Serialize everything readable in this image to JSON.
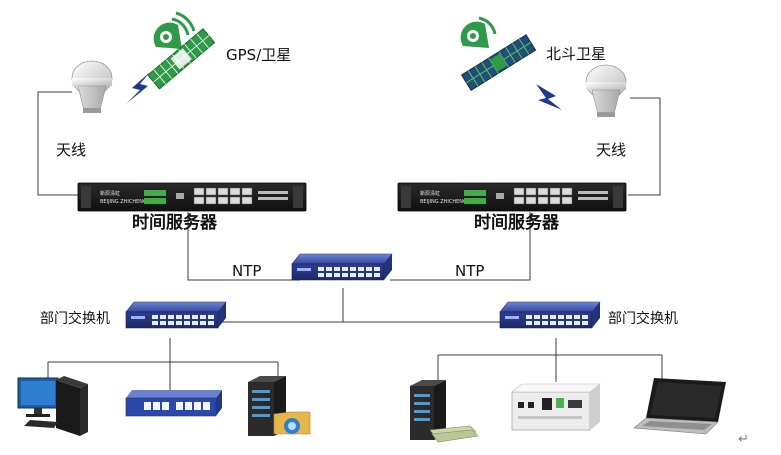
{
  "satellites": {
    "gps_label": "GPS/卫星",
    "beidou_label": "北斗卫星"
  },
  "antennas": {
    "left_label": "天线",
    "right_label": "天线"
  },
  "time_servers": {
    "left_label": "时间服务器",
    "right_label": "时间服务器",
    "brand_text": "新辰清虹",
    "brand_sub": "BEIJING ZHICHENG"
  },
  "links": {
    "left_protocol": "NTP",
    "right_protocol": "NTP"
  },
  "department_switches": {
    "left_label": "部门交换机",
    "right_label": "部门交换机"
  },
  "end_devices": {
    "left": [
      "desktop-pc",
      "network-switch-small",
      "server-with-folder"
    ],
    "right": [
      "rack-server-with-cash",
      "industrial-terminal",
      "laptop"
    ]
  },
  "colors": {
    "satellite_green": "#2f9a47",
    "switch_blue": "#2c3f8e",
    "server_black": "#1b1b1b",
    "line": "#3b3b3b"
  },
  "return_mark": "↵"
}
